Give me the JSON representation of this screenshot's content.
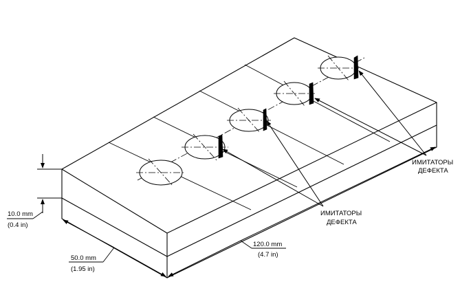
{
  "labels": {
    "thickness": {
      "mm": "10.0 mm",
      "in": "(0.4 in)"
    },
    "width": {
      "mm": "50.0 mm",
      "in": "(1.95 in)"
    },
    "length": {
      "mm": "120.0 mm",
      "in": "(4.7 in)"
    },
    "callout_right": {
      "line1": "ИМИТАТОРЫ",
      "line2": "ДЕФЕКТА"
    },
    "callout_center": {
      "line1": "ИМИТАТОРЫ",
      "line2": "ДЕФЕКТА"
    }
  }
}
